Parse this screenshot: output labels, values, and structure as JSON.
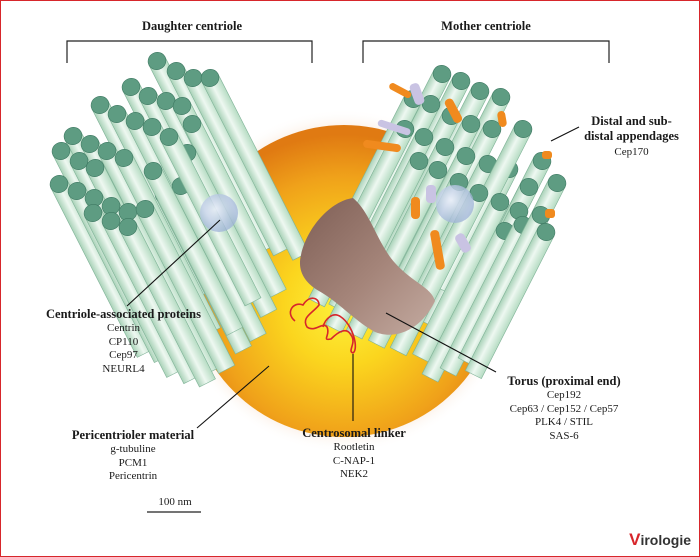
{
  "labels": {
    "daughter": "Daughter centriole",
    "mother": "Mother centriole",
    "appendages_title": "Distal and sub-\ndistal appendages",
    "appendages_items": [
      "Cep170"
    ],
    "cap_title": "Centriole-associated proteins",
    "cap_items": [
      "Centrin",
      "CP110",
      "Cep97",
      "NEURL4"
    ],
    "torus_title": "Torus (proximal end)",
    "torus_items": [
      "Cep192",
      "Cep63 / Cep152 / Cep57",
      "PLK4 / STIL",
      "SAS-6"
    ],
    "pcm_title": "Pericentrioler material",
    "pcm_items": [
      "g-tubuline",
      "PCM1",
      "Pericentrin"
    ],
    "linker_title": "Centrosomal linker",
    "linker_items": [
      "Rootletin",
      "C-NAP-1",
      "NEK2"
    ],
    "scale": "100 nm"
  },
  "logo": {
    "initial": "V",
    "rest": "irologie"
  },
  "colors": {
    "border": "#d7262b",
    "tube_fill": "#c9e6d3",
    "tube_cap": "#5e9c82",
    "pcm_outer": "#e07a12",
    "pcm_inner": "#fde94a",
    "torus": "#9b7a6e",
    "appendage_orange": "#f08a1e",
    "appendage_lilac": "#c9c3e3",
    "linker": "#d7262b"
  }
}
